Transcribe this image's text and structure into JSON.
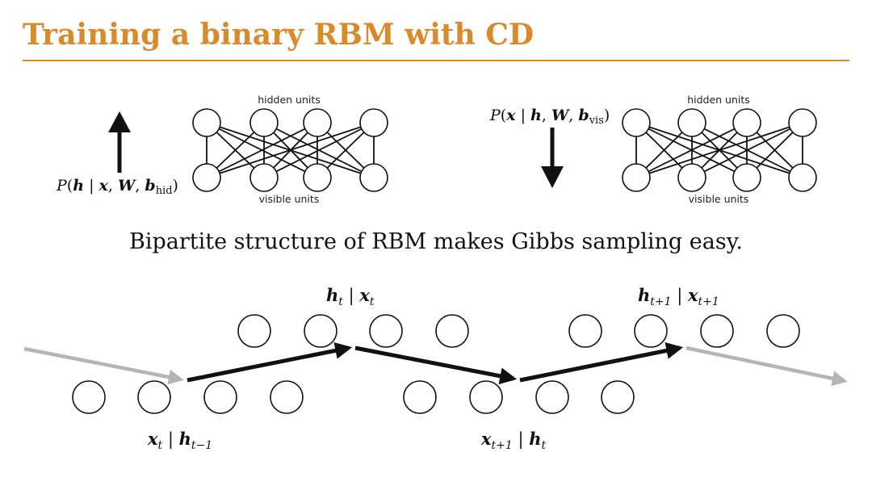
{
  "slide": {
    "title": "Training a binary RBM with CD",
    "caption": "Bipartite structure of RBM makes Gibbs sampling easy."
  },
  "left_panel": {
    "hidden_label": "hidden units",
    "visible_label": "visible units",
    "formula_text": "P(h | x, W, b_hid)",
    "arrow_direction": "up"
  },
  "right_panel": {
    "hidden_label": "hidden units",
    "visible_label": "visible units",
    "formula_text": "P(x | h, W, b_vis)",
    "arrow_direction": "down"
  },
  "gibbs_chain": {
    "labels": [
      "x_t | h_{t-1}",
      "h_t | x_t",
      "x_{t+1} | h_t",
      "h_{t+1} | x_{t+1}"
    ],
    "arrow_color": "#111111",
    "faded_arrow_color": "#b5b5b5"
  },
  "colors": {
    "title": "#d98a2b",
    "ink": "#111111"
  }
}
